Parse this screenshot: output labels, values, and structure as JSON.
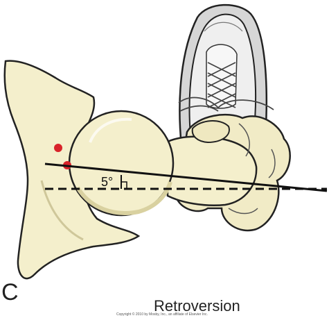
{
  "figure": {
    "panel_letter": "C",
    "caption": "Retroversion",
    "angle_label": "5°",
    "copyright": "Copyright © 2010 by Mosby, Inc., an affiliate of Elsevier Inc."
  },
  "colors": {
    "bone_fill": "#f4efcc",
    "bone_shadow": "#d9d1a0",
    "outline": "#222222",
    "marker_dot": "#d8232a",
    "shoe_fill": "#e6e6e6",
    "shoe_sole": "#cfcfcf"
  },
  "icons": [
    "pelvis-illustration",
    "femoral-head-illustration",
    "sneaker-illustration"
  ]
}
